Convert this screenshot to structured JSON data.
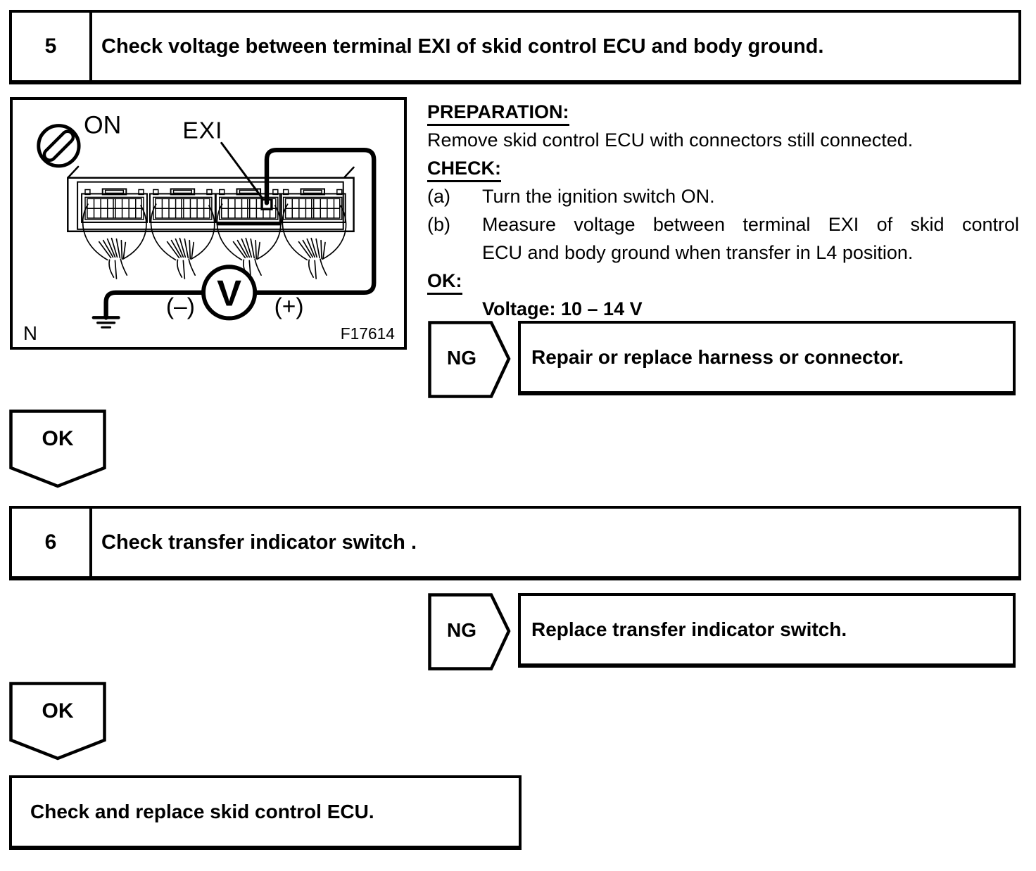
{
  "step5": {
    "number": "5",
    "title": "Check voltage between terminal EXI of skid control ECU and body ground."
  },
  "figure": {
    "ignition_label": "ON",
    "terminal_label": "EXI",
    "meter_letter": "V",
    "minus_label": "(–)",
    "plus_label": "(+)",
    "corner_label": "N",
    "figure_code": "F17614"
  },
  "instructions": {
    "preparation_heading": "PREPARATION:",
    "preparation_text": "Remove skid control ECU with connectors still connected.",
    "check_heading": "CHECK:",
    "items": [
      {
        "label": "(a)",
        "line1": "Turn the ignition switch ON."
      },
      {
        "label": "(b)",
        "line1": "Measure voltage between terminal EXI of skid control",
        "line2": "ECU and body ground when transfer in L4 position."
      }
    ],
    "ok_heading": "OK:",
    "ok_spec": "Voltage: 10 – 14 V"
  },
  "ng1": {
    "label": "NG",
    "action": "Repair or replace harness or connector."
  },
  "ok1": {
    "label": "OK"
  },
  "step6": {
    "number": "6",
    "title": "Check transfer indicator switch ."
  },
  "ng2": {
    "label": "NG",
    "action": "Replace transfer indicator switch."
  },
  "ok2": {
    "label": "OK"
  },
  "final": {
    "action": "Check and replace skid control ECU."
  },
  "colors": {
    "ink": "#000000",
    "paper": "#ffffff"
  }
}
